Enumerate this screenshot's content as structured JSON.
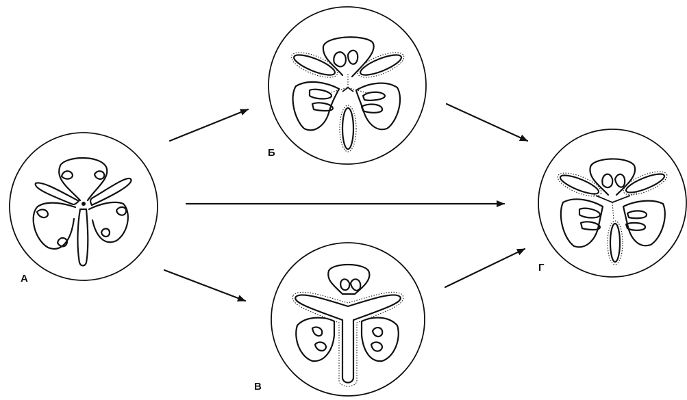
{
  "labels": {
    "a": "А",
    "b": "Б",
    "v": "В",
    "g": "Г"
  },
  "colors": {
    "ink": "#111111",
    "background": "#ffffff"
  }
}
